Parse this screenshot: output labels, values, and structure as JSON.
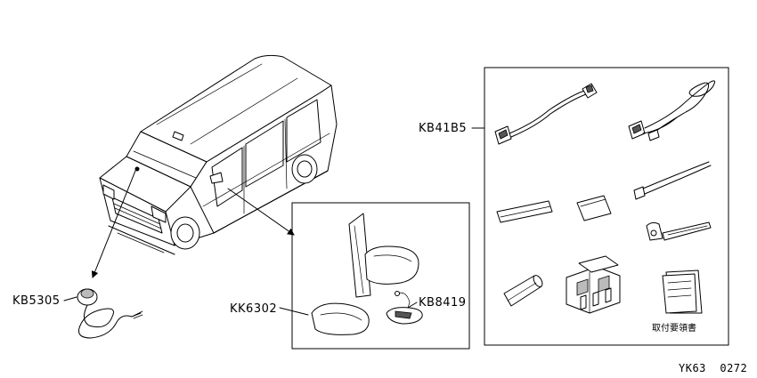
{
  "labels": {
    "kb41b5": "KB41B5",
    "kb5305": "KB5305",
    "kk6302": "KK6302",
    "kb8419": "KB8419",
    "instructions": "取付要領書"
  },
  "reference_code": "YK63  0272"
}
